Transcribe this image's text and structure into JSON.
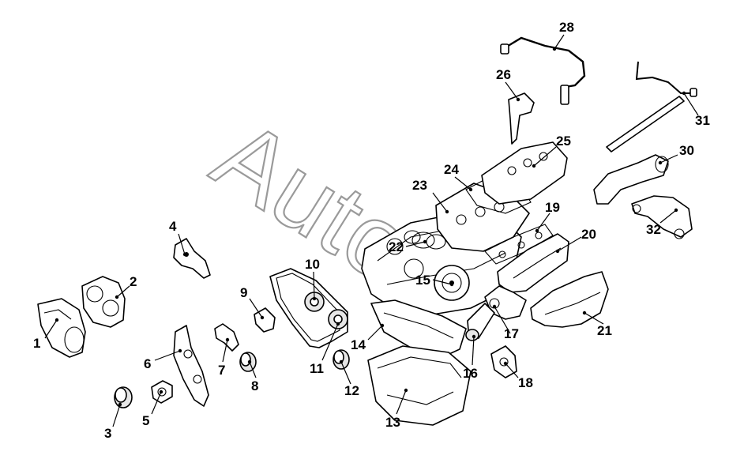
{
  "watermark": "AutoS",
  "callouts": [
    "1",
    "2",
    "3",
    "4",
    "5",
    "6",
    "7",
    "8",
    "9",
    "10",
    "11",
    "12",
    "13",
    "14",
    "15",
    "16",
    "17",
    "18",
    "19",
    "20",
    "21",
    "22",
    "23",
    "24",
    "25",
    "26",
    "28",
    "30",
    "31",
    "32"
  ]
}
